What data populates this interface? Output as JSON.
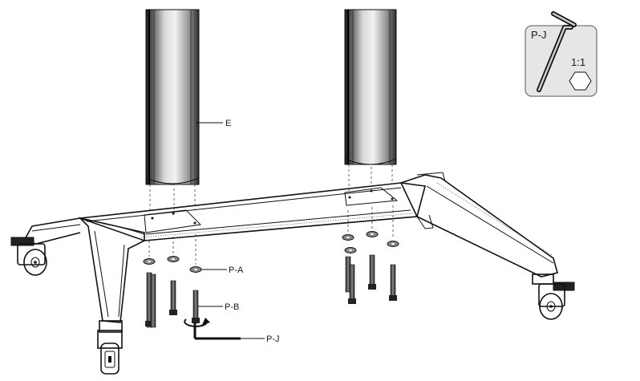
{
  "labels": {
    "column": "E",
    "washer": "P-A",
    "bolt": "P-B",
    "wrench": "P-J"
  },
  "inset": {
    "tool_label": "P-J",
    "scale": "1:1"
  },
  "colors": {
    "line": "#111111",
    "column_shade": "#8c8c8c",
    "inset_bg": "#e6e6e6"
  },
  "icons": [
    "hex-key-icon",
    "hexagon-icon",
    "rotate-arrow-icon",
    "caster-wheel-icon"
  ]
}
